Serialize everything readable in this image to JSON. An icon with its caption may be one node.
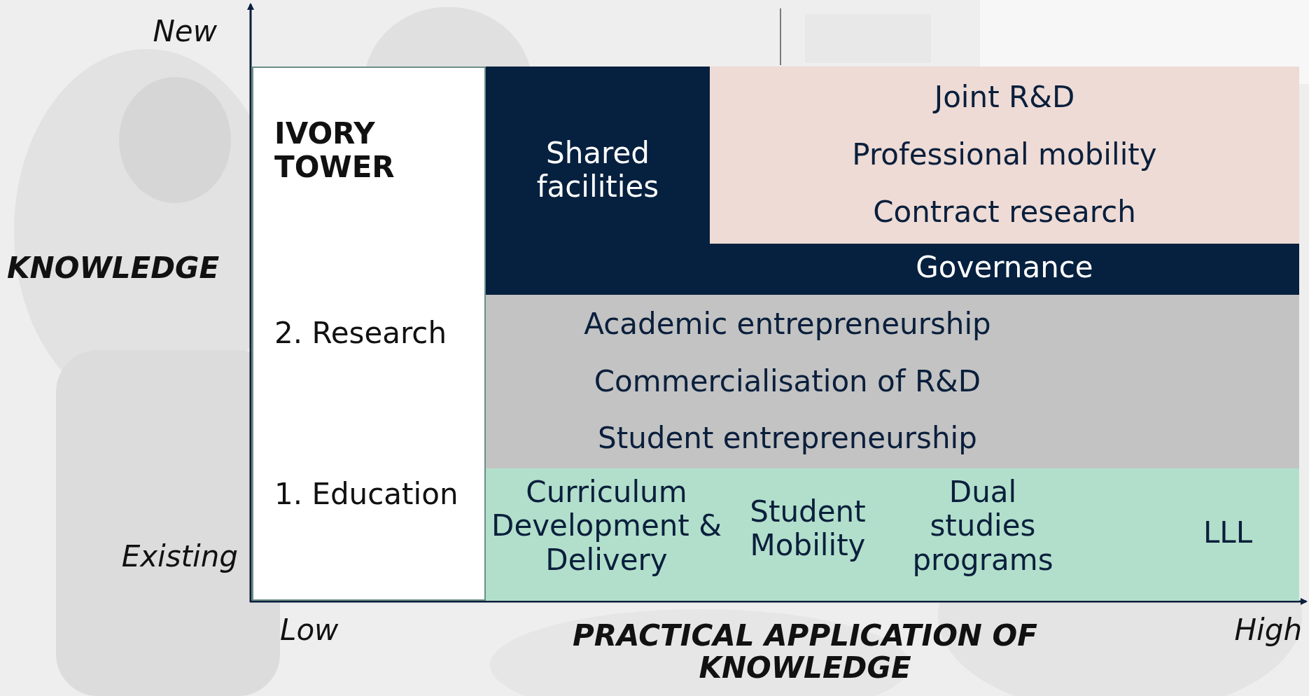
{
  "diagram": {
    "nodes": [
      {
        "text": [
          "IVORY TOWER",
          "2. Research",
          "1. Education"
        ]
      },
      {
        "text": [
          "Shared facilities"
        ]
      },
      {
        "text": [
          "Joint R&D",
          "Professional mobility",
          "Contract research"
        ]
      },
      {
        "text": [
          "Governance"
        ]
      },
      {
        "text": [
          "Academic entrepreneurship",
          "Commercialisation of R&D",
          "Student entrepreneurship"
        ]
      },
      {
        "text": [
          "Curriculum Development & Delivery",
          "Student Mobility",
          "Dual studies programs",
          "LLL"
        ]
      }
    ],
    "edges": [],
    "labels": [
      "New",
      "KNOWLEDGE",
      "Existing",
      "Low",
      "PRACTICAL APPLICATION OF KNOWLEDGE",
      "High"
    ]
  }
}
